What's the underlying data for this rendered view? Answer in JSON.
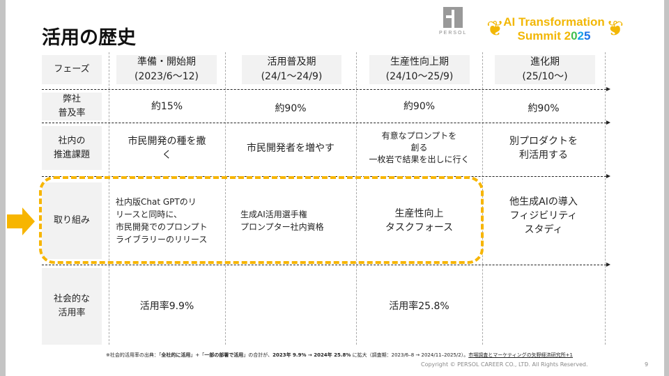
{
  "title": "活用の歴史",
  "logos": {
    "persol": "PERSOL",
    "summit_line1": "AI Transformation",
    "summit_line2": "Summit 2025"
  },
  "row_labels": [
    "フェーズ",
    "弊社\n普及率",
    "社内の\n推進課題",
    "取り組み",
    "社会的な\n活用率"
  ],
  "phases": [
    {
      "name": "準備・開始期",
      "period": "(2023/6～12)"
    },
    {
      "name": "活用普及期",
      "period": "(24/1～24/9)"
    },
    {
      "name": "生産性向上期",
      "period": "(24/10～25/9)"
    },
    {
      "name": "進化期",
      "period": "(25/10～)"
    }
  ],
  "adoption": [
    "約15%",
    "約90%",
    "約90%",
    "約90%"
  ],
  "challenges": [
    "市民開発の種を撒\nく",
    "市民開発者を増やす",
    "有意なプロンプトを\n創る\n一枚岩で結果を出しに行く",
    "別プロダクトを\n利活用する"
  ],
  "initiatives": [
    "社内版Chat GPTのリ\nリースと同時に、\n市民開発でのプロンプト\nライブラリーのリリース",
    "生成AI活用選手権\nプロンプター社内資格",
    "生産性向上\nタスクフォース",
    "他生成AIの導入\nフィジビリティ\nスタディ"
  ],
  "social_rate": [
    "活用率9.9%",
    "",
    "活用率25.8%",
    ""
  ],
  "footnote": {
    "a": "※社会的活用率の出典：「",
    "b": "全社的に活用",
    "c": "」+「",
    "d": "一部の部署で活用",
    "e": "」の合計が、",
    "f": "2023年 9.9% → 2024年 25.8%",
    "g": " に拡大（調査期：2023/6–8 → 2024/11–2025/2）。",
    "link": "市場調査とマーケティングの矢野経済研究所+1"
  },
  "copyright": "Copyright © PERSOL CAREER CO., LTD. All Rights Reserved.",
  "page_number": "9",
  "colors": {
    "accent": "#f7b500",
    "label_bg": "#f2f2f2"
  }
}
